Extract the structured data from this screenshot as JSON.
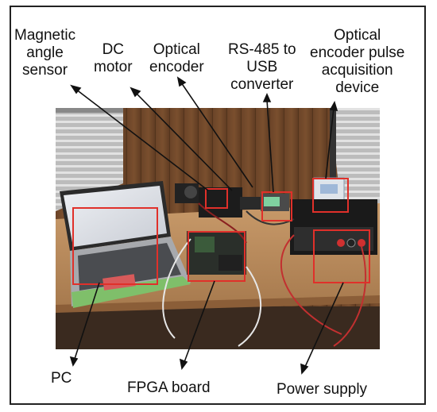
{
  "labels": {
    "magnetic_angle_sensor": [
      "Magnetic",
      "angle",
      "sensor"
    ],
    "dc_motor": [
      "DC",
      "motor"
    ],
    "optical_encoder": [
      "Optical",
      "encoder"
    ],
    "rs485_converter": [
      "RS-485 to",
      "USB",
      "converter"
    ],
    "pulse_device": [
      "Optical",
      "encoder pulse",
      "acquisition",
      "device"
    ],
    "pc": "PC",
    "fpga_board": "FPGA board",
    "power_supply": "Power supply"
  },
  "colors": {
    "highlight_box": "#e0302a",
    "arrow": "#111111"
  }
}
